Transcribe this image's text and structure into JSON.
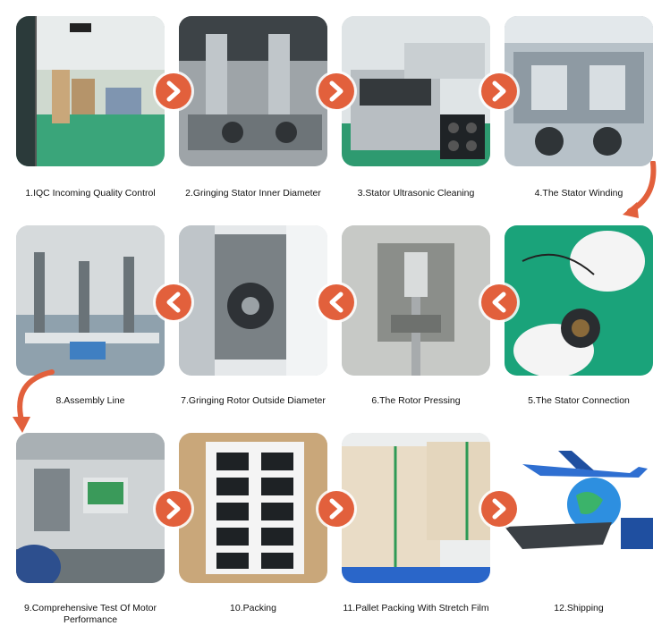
{
  "accent_color": "#e2603c",
  "steps": [
    {
      "label": "1.IQC Incoming Quality Control",
      "icon": "warehouse-photo"
    },
    {
      "label": "2.Gringing Stator Inner Diameter",
      "icon": "grinding-machine-photo"
    },
    {
      "label": "3.Stator Ultrasonic Cleaning",
      "icon": "ultrasonic-cleaner-photo"
    },
    {
      "label": "4.The Stator Winding",
      "icon": "winding-machine-photo"
    },
    {
      "label": "5.The Stator Connection",
      "icon": "stator-connection-photo"
    },
    {
      "label": "6.The Rotor Pressing",
      "icon": "rotor-press-photo"
    },
    {
      "label": "7.Gringing Rotor Outside Diameter",
      "icon": "rotor-grinder-photo"
    },
    {
      "label": "8.Assembly Line",
      "icon": "assembly-line-photo"
    },
    {
      "label": "9.Comprehensive Test Of Motor Performance",
      "icon": "test-bench-photo"
    },
    {
      "label": "10.Packing",
      "icon": "packing-box-photo"
    },
    {
      "label": "11.Pallet Packing With Stretch Film",
      "icon": "pallet-photo"
    },
    {
      "label": "12.Shipping",
      "icon": "shipping-photo"
    }
  ]
}
